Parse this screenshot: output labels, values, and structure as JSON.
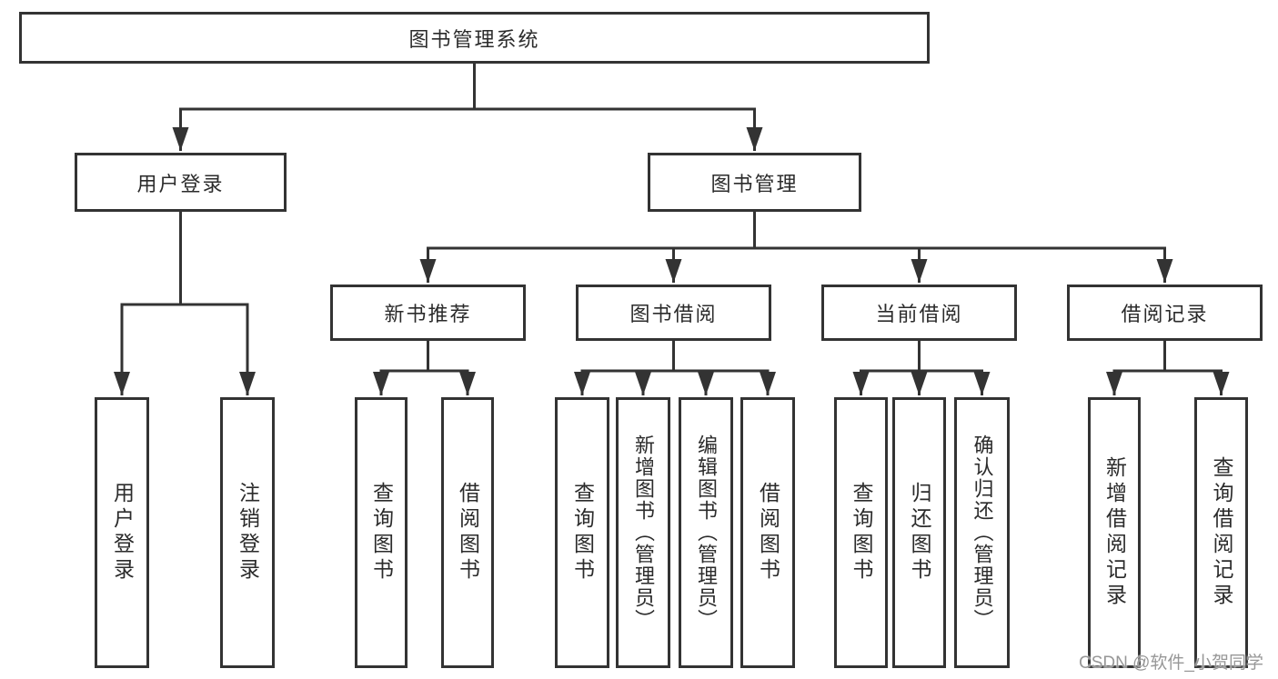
{
  "title": "图书管理系统",
  "nodes": {
    "level2": {
      "user_login": "用户登录",
      "book_mgmt": "图书管理"
    },
    "level3": {
      "new_book_rec": "新书推荐",
      "book_borrow": "图书借阅",
      "current_borrow": "当前借阅",
      "borrow_records": "借阅记录"
    },
    "leaves": {
      "user_login_leaf": "用户登录",
      "logout": "注销登录",
      "rec_query_books": "查询图书",
      "rec_borrow_books": "借阅图书",
      "bb_query_books": "查询图书",
      "bb_add_books": "新增图书（管理员）",
      "bb_edit_books": "编辑图书（管理员）",
      "bb_borrow_books": "借阅图书",
      "cb_query_books": "查询图书",
      "cb_return_books": "归还图书",
      "cb_confirm_return": "确认归还（管理员）",
      "br_add_record": "新增借阅记录",
      "br_query_record": "查询借阅记录"
    }
  },
  "watermark": "CSDN @软件_小贺同学",
  "colors": {
    "line": "#333333",
    "text": "#2b2b2b",
    "box_background": "#ffffff",
    "page_background": "#ffffff",
    "watermark": "#8c8c8c"
  }
}
